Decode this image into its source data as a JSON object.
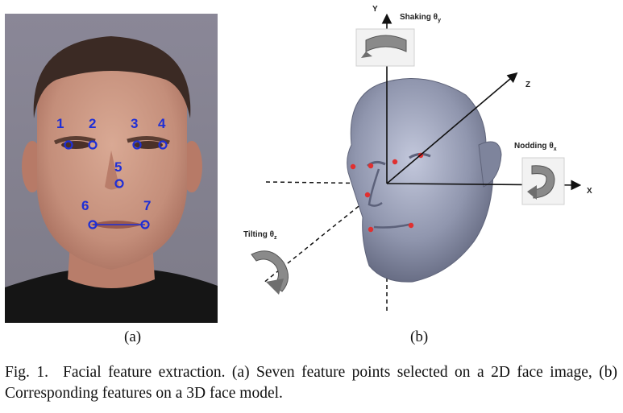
{
  "figure": {
    "subfigure_a_label": "(a)",
    "subfigure_b_label": "(b)",
    "caption_prefix": "Fig. 1.",
    "caption_text": "Facial feature extraction. (a) Seven feature points selected on a 2D face image, (b) Corresponding features on a 3D face model."
  },
  "photo": {
    "feature_points": [
      "1",
      "2",
      "3",
      "4",
      "5",
      "6",
      "7"
    ],
    "marker_color": "#1f2fd6"
  },
  "model": {
    "axis_y": "Y",
    "axis_z": "Z",
    "axis_x": "X",
    "shaking_label": "Shaking θ",
    "shaking_sub": "y",
    "nodding_label": "Nodding θ",
    "nodding_sub": "x",
    "tilting_label": "Tilting θ",
    "tilting_sub": "z",
    "marker_color": "#e03030",
    "mesh_color": "#8f95ad"
  }
}
